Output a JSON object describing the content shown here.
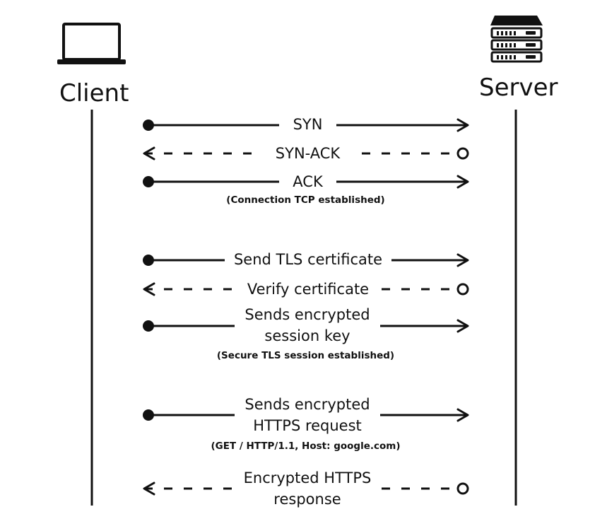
{
  "actors": {
    "client": {
      "label": "Client",
      "icon": "laptop-icon"
    },
    "server": {
      "label": "Server",
      "icon": "server-rack-icon"
    }
  },
  "messages": [
    {
      "id": "syn",
      "label": "SYN",
      "direction": "to-server",
      "style": "solid"
    },
    {
      "id": "syn-ack",
      "label": "SYN-ACK",
      "direction": "to-client",
      "style": "dashed"
    },
    {
      "id": "ack",
      "label": "ACK",
      "direction": "to-server",
      "style": "solid"
    },
    {
      "id": "send-tls-certificate",
      "label": "Send TLS certificate",
      "direction": "to-server",
      "style": "solid"
    },
    {
      "id": "verify-certificate",
      "label": "Verify certificate",
      "direction": "to-client",
      "style": "dashed"
    },
    {
      "id": "sends-encrypted-session-key",
      "label": "Sends encrypted\nsession key",
      "direction": "to-server",
      "style": "solid"
    },
    {
      "id": "sends-encrypted-https-request",
      "label": "Sends encrypted\nHTTPS request",
      "direction": "to-server",
      "style": "solid"
    },
    {
      "id": "encrypted-https-response",
      "label": "Encrypted HTTPS\nresponse",
      "direction": "to-client",
      "style": "dashed"
    }
  ],
  "notes": [
    {
      "id": "tcp-established",
      "text": "(Connection TCP established)"
    },
    {
      "id": "tls-established",
      "text": "(Secure TLS session established)"
    },
    {
      "id": "http-request-line",
      "text": "(GET / HTTP/1.1, Host: google.com)"
    }
  ],
  "colors": {
    "ink": "#111111",
    "background": "#ffffff"
  }
}
